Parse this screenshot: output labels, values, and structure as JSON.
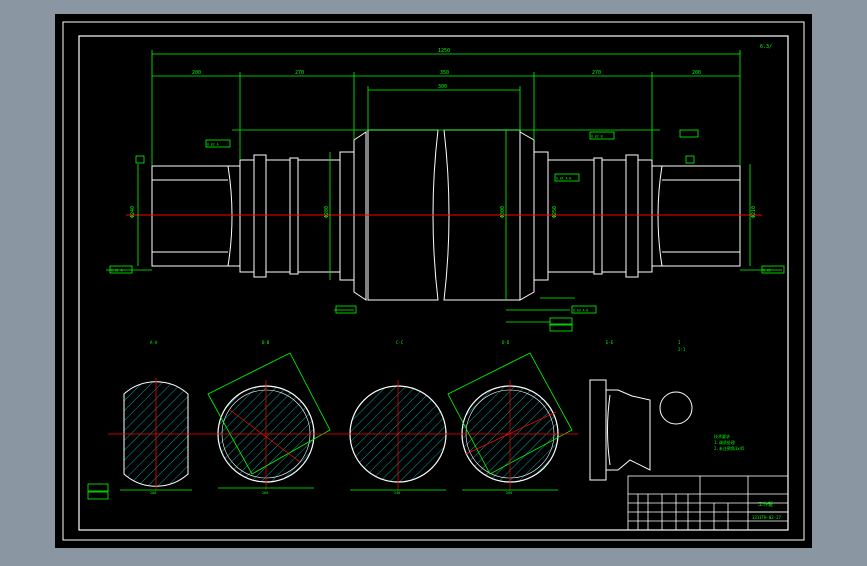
{
  "app": {
    "background_color": "#8b96a3",
    "canvas_color": "#000000",
    "line_color": "#00ff00",
    "outline_color": "#ffffff",
    "centerline_color": "#ff0000",
    "hatch_color": "#00a0a0"
  },
  "drawing": {
    "title_text": "工作辊",
    "drawing_number": "1311TH-02-27",
    "tech_req_title": "技术要求",
    "tech_req_lines": [
      "1.调质处理",
      "2.未注倒角1x45"
    ],
    "roughness_note": "6.3/",
    "section_labels": [
      "A-A",
      "B-B",
      "C-C",
      "D-D",
      "E-E",
      "I"
    ],
    "detail_scale": "2:1",
    "dimensions": {
      "overall_length": "1250",
      "left_neck": "200",
      "left_mid": "270",
      "barrel": "350",
      "right_mid": "270",
      "right_neck": "200",
      "barrel_inner": "300",
      "diameter_labels": [
        "Φ240",
        "Φ300",
        "Φ280",
        "Φ250",
        "Φ210"
      ],
      "section_widths": [
        "200",
        "260",
        "240",
        "260"
      ]
    },
    "tolerance_frames": [
      "0.02 A",
      "0.02 B",
      "0.01 A-B",
      "0.03 A-B",
      "0.01 A",
      "0.05"
    ]
  }
}
